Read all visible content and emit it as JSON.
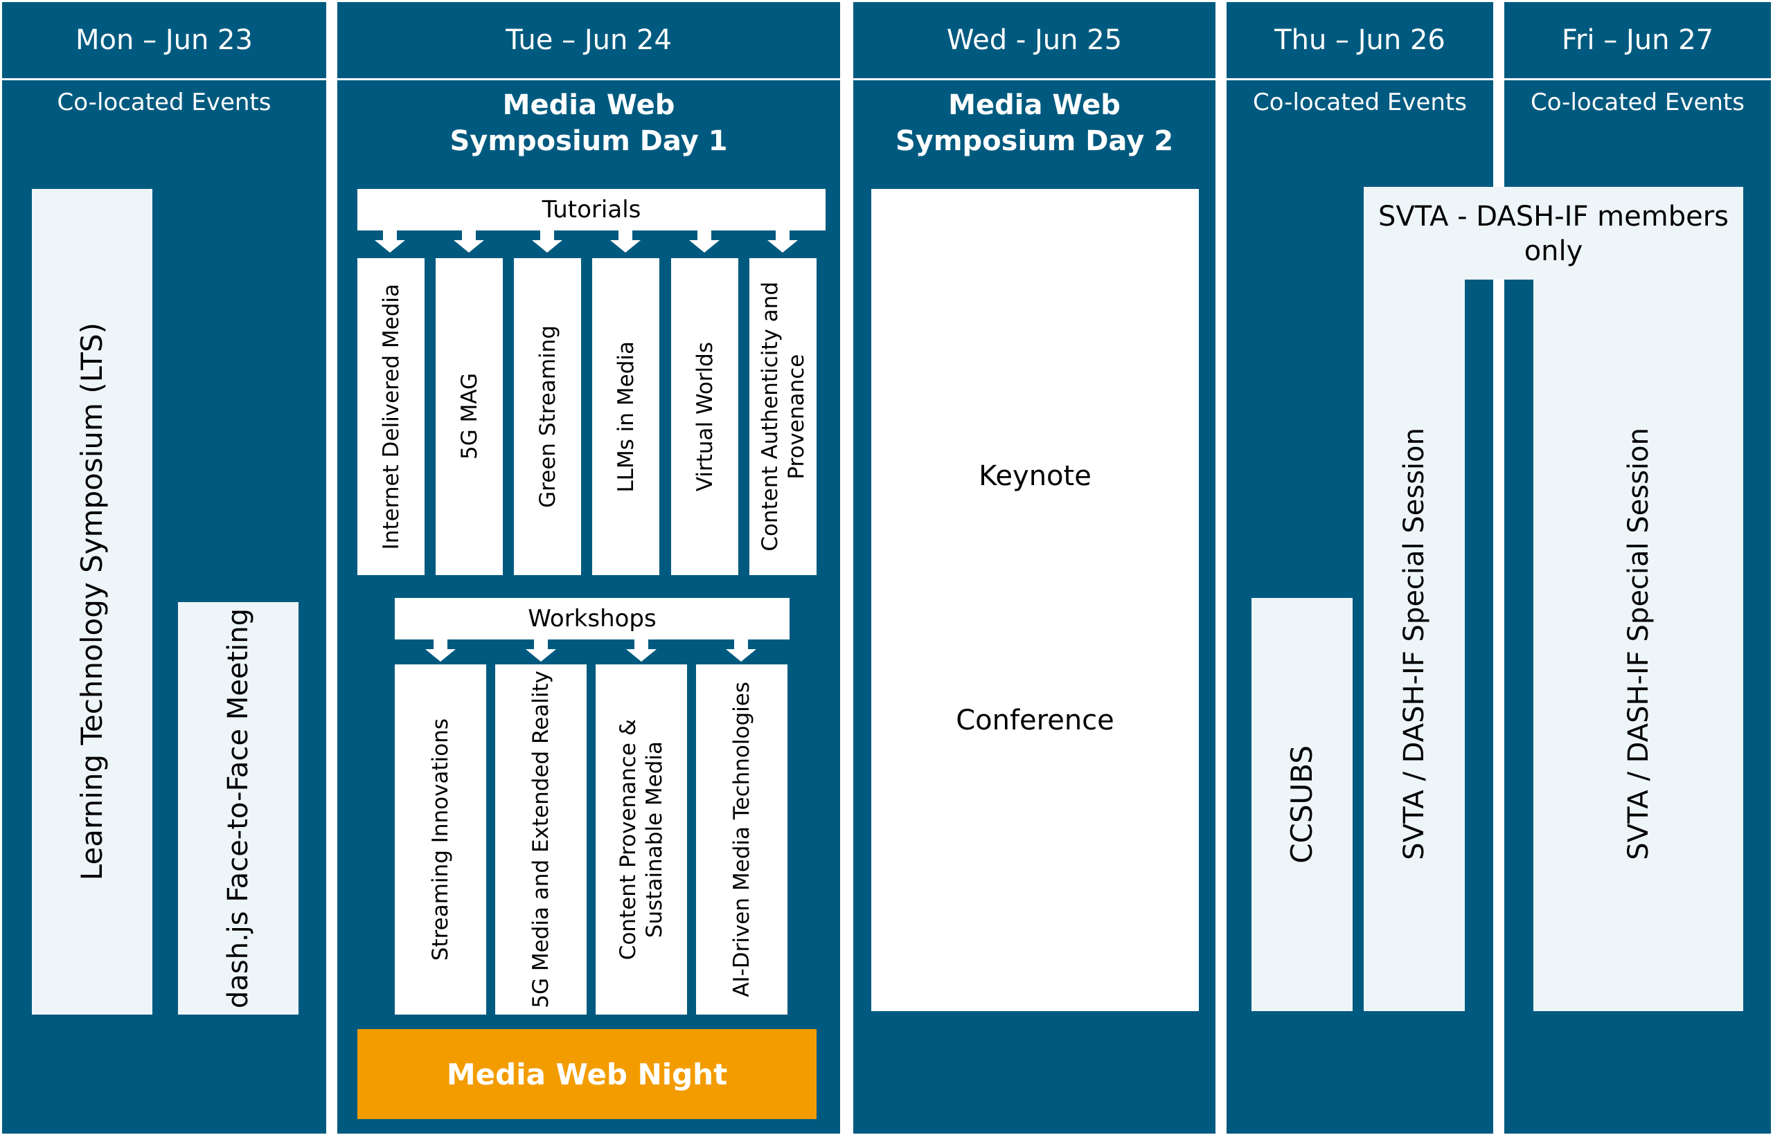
{
  "days": [
    {
      "header": "Mon – Jun 23",
      "subtitle": "Co-located Events"
    },
    {
      "header": "Tue – Jun 24",
      "subtitle": "Media Web\nSymposium Day 1"
    },
    {
      "header": "Wed - Jun 25",
      "subtitle": "Media Web\nSymposium Day 2"
    },
    {
      "header": "Thu – Jun 26",
      "subtitle": "Co-located Events"
    },
    {
      "header": "Fri – Jun 27",
      "subtitle": "Co-located Events"
    }
  ],
  "monday": {
    "lts": "Learning Technology Symposium (LTS)",
    "dashjs": "dash.js Face-to-Face Meeting"
  },
  "tuesday": {
    "tutorials_label": "Tutorials",
    "tutorials": [
      "Internet Delivered Media",
      "5G MAG",
      "Green Streaming",
      "LLMs in Media",
      "Virtual Worlds",
      "Content Authenticity and\nProvenance"
    ],
    "workshops_label": "Workshops",
    "workshops": [
      "Streaming Innovations",
      "5G Media and Extended Reality",
      "Content Provenance &\nSustainable Media",
      "AI-Driven Media Technologies"
    ],
    "night": "Media Web Night"
  },
  "wednesday": {
    "keynote": "Keynote",
    "conference": "Conference"
  },
  "thu_fri": {
    "members_only": "SVTA - DASH-IF members\nonly",
    "ccsubs": "CCSUBS",
    "special_thu": "SVTA / DASH-IF Special Session",
    "special_fri": "SVTA / DASH-IF Special Session"
  },
  "colors": {
    "column": "#005a7f",
    "light_box": "#eef5f8",
    "night": "#f39c00"
  }
}
